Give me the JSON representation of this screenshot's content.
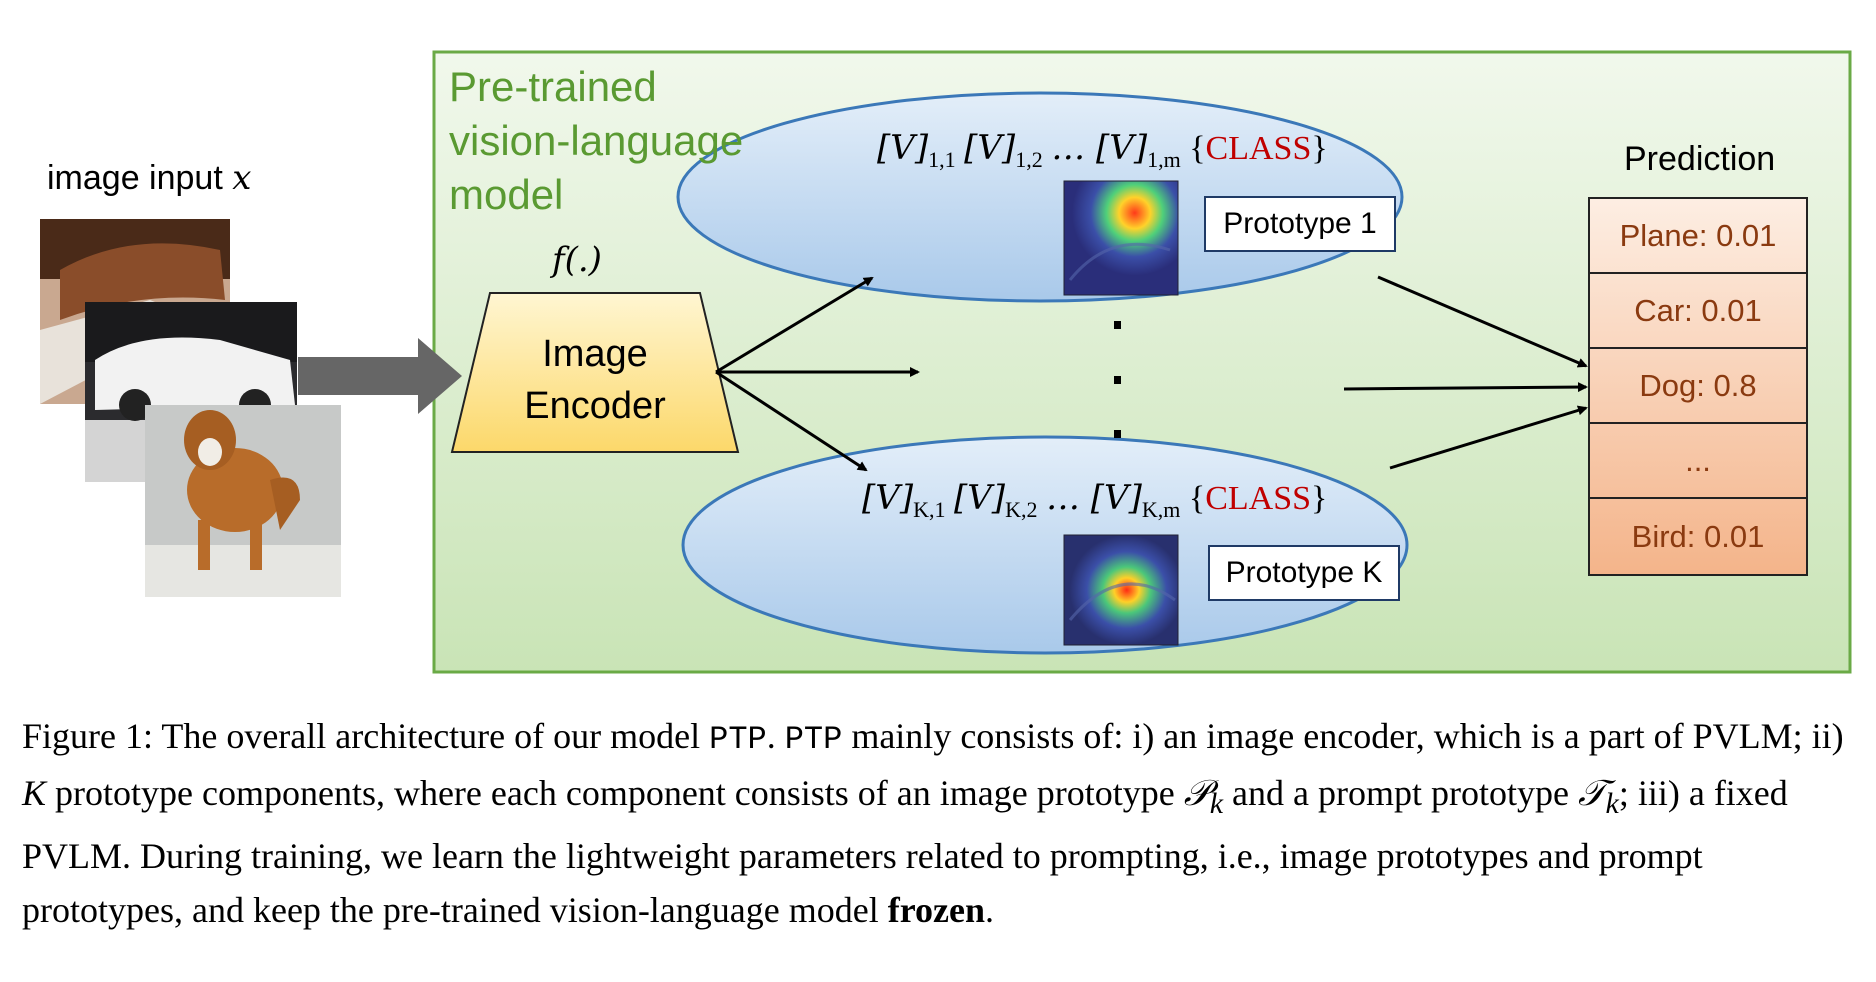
{
  "figure": {
    "model_box_title_lines": [
      "Pre-trained",
      "vision-language",
      "model"
    ],
    "input_label_text": "image input ",
    "input_label_var": "x",
    "encoder_fn_label": "f(.)",
    "encoder_lines": [
      "Image",
      "Encoder"
    ],
    "top_prompt": {
      "tokens": [
        {
          "sym": "[V]",
          "sub": "1,1"
        },
        {
          "sym": "[V]",
          "sub": "1,2"
        },
        {
          "sym": "… [V]",
          "sub": "1,m"
        }
      ],
      "class_open": "{",
      "class_word": "CLASS",
      "class_close": "}",
      "prototype_label": "Prototype 1"
    },
    "bottom_prompt": {
      "tokens": [
        {
          "sym": "[V]",
          "sub": "K,1"
        },
        {
          "sym": "[V]",
          "sub": "K,2"
        },
        {
          "sym": "… [V]",
          "sub": "K,m"
        }
      ],
      "class_open": "{",
      "class_word": "CLASS",
      "class_close": "}",
      "prototype_label": "Prototype K"
    },
    "prediction_title": "Prediction",
    "predictions": [
      "Plane: 0.01",
      "Car: 0.01",
      "Dog: 0.8",
      "...",
      "Bird: 0.01"
    ],
    "colors": {
      "model_box_border": "#6aaa46",
      "model_box_fill": "#e3f1da",
      "ellipse_fill": "#bcd6ee",
      "ellipse_border": "#3b78b8",
      "encoder_fill": "#fde7a0",
      "class_text": "#c00000",
      "prediction_text": "#8a3a10",
      "prediction_fill": "#f6c8a4",
      "input_arrow": "#666666"
    }
  },
  "caption": {
    "label": "Figure 1:",
    "part1": " The overall architecture of our model ",
    "model_name": "PTP",
    "part2": ". ",
    "model_name_2": "PTP",
    "part3": " mainly consists of: i) an image encoder, which is a part of PVLM; ii) ",
    "k_var": "K",
    "part4": " prototype components, where each component consists of an image prototype ",
    "p_var": "𝒫",
    "p_sub": "k",
    "part5": " and a prompt prototype ",
    "t_var": "𝒯",
    "t_sub": "k",
    "part6": "; iii) a fixed PVLM. During training, we learn the lightweight parameters related to prompting, i.e., image prototypes and prompt prototypes, and keep the pre-trained vision-language model ",
    "bold_word": "frozen",
    "end": "."
  }
}
